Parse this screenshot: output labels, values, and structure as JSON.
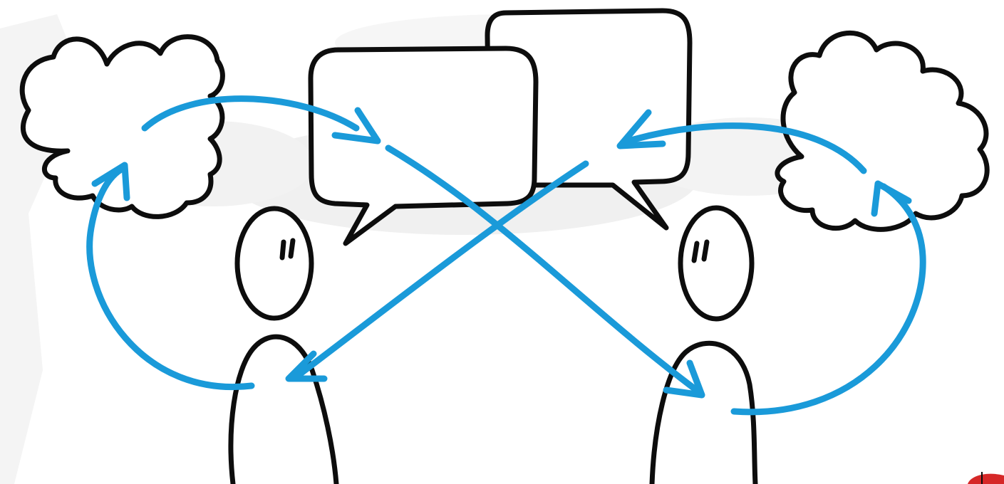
{
  "colors": {
    "ink": "#0d0d0d",
    "arrow": "#1a9ad9",
    "background": "#ffffff",
    "smudge": "#ececec",
    "corner_mark": "#d62828"
  },
  "figures": [
    {
      "name": "person-left",
      "icon": "stick-person"
    },
    {
      "name": "person-right",
      "icon": "stick-person"
    }
  ],
  "thoughts": [
    {
      "name": "thought-cloud-left",
      "icon": "thought-cloud"
    },
    {
      "name": "thought-cloud-right",
      "icon": "thought-cloud"
    }
  ],
  "speech": [
    {
      "name": "speech-bubble-left",
      "icon": "speech-bubble"
    },
    {
      "name": "speech-bubble-right",
      "icon": "speech-bubble"
    }
  ],
  "arrows": [
    {
      "name": "arrow-left-thought-to-left-speech",
      "from": "thought-cloud-left",
      "to": "speech-bubble-left"
    },
    {
      "name": "arrow-left-speech-to-right-person",
      "from": "speech-bubble-left",
      "to": "person-right"
    },
    {
      "name": "arrow-right-thought-to-right-speech",
      "from": "thought-cloud-right",
      "to": "speech-bubble-right"
    },
    {
      "name": "arrow-right-speech-to-left-person",
      "from": "speech-bubble-right",
      "to": "person-left"
    },
    {
      "name": "arrow-left-person-to-left-thought",
      "from": "person-left",
      "to": "thought-cloud-left"
    },
    {
      "name": "arrow-right-person-to-right-thought",
      "from": "person-right",
      "to": "thought-cloud-right"
    }
  ]
}
